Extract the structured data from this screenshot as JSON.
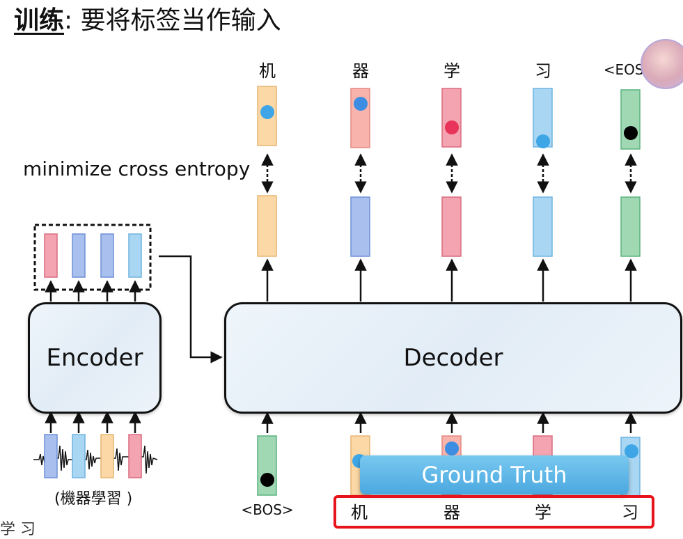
{
  "title": {
    "strong": "训练",
    "rest": ": 要将标签当作输入"
  },
  "decoder_outputs": [
    "机",
    "器",
    "学",
    "习",
    "<EOS>"
  ],
  "loss_label": "minimize cross entropy",
  "encoder_label": "Encoder",
  "decoder_label": "Decoder",
  "audio_caption": "(機器學習 )",
  "bos_label": "<BOS>",
  "ground_truth": {
    "label": "Ground Truth",
    "tokens": [
      "机",
      "器",
      "学",
      "习"
    ]
  },
  "bottom_fragment": "学 习",
  "colors": {
    "orange": "#fbd8a6",
    "salmon": "#f7b3ac",
    "pink": "#f4a4b0",
    "blue": "#a9c0ee",
    "lightblue": "#a9d6f2",
    "green": "#9fd8b3",
    "dot_blue": "#3ea6e6",
    "dot_red": "#e8345a",
    "highlight_red": "#e8141b",
    "ground_truth_blue": "#4aa8df"
  },
  "icons": [
    "avatar-icon"
  ]
}
